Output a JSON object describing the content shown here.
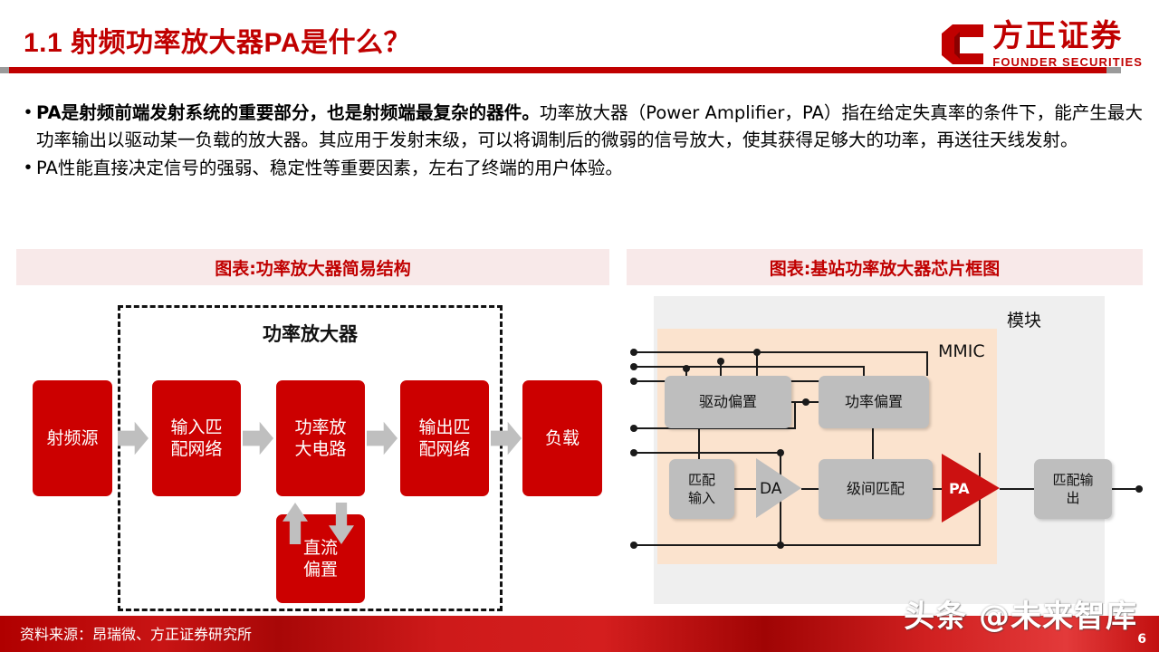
{
  "header": {
    "title": "1.1 射频功率放大器PA是什么？",
    "logo": {
      "cn": "方正证券",
      "en": "FOUNDER SECURITIES"
    },
    "accent_color": "#C00000"
  },
  "content": {
    "bullets": [
      {
        "marker": "•",
        "lead": "PA是射频前端发射系统的重要部分，也是射频端最复杂的器件。",
        "rest": "功率放大器（Power Amplifier，PA）指在给定失真率的条件下，能产生最大功率输出以驱动某一负载的放大器。其应用于发射末级，可以将调制后的微弱的信号放大，使其获得足够大的功率，再送往天线发射。"
      },
      {
        "marker": "•",
        "lead": "",
        "rest": "PA性能直接决定信号的强弱、稳定性等重要因素，左右了终端的用户体验。"
      }
    ]
  },
  "figures": {
    "left": {
      "caption": "图表:功率放大器简易结构",
      "enclosure_label": "功率放大器",
      "blocks": {
        "rf_source": "射频源",
        "input_match": "输入匹\n配网络",
        "pa_circuit": "功率放\n大电路",
        "output_match": "输出匹\n配网络",
        "load": "负载",
        "dc_bias": "直流\n偏置"
      }
    },
    "right": {
      "caption": "图表:基站功率放大器芯片框图",
      "module_label": "模块",
      "mmic_label": "MMIC",
      "blocks": {
        "driver_bias": "驱动偏置",
        "power_bias": "功率偏置",
        "match_input": "匹配\n输入",
        "da": "DA",
        "interstage_match": "级间匹配",
        "pa": "PA",
        "match_output": "匹配输\n出"
      }
    }
  },
  "footer": {
    "source": "资料来源：昂瑞微、方正证券研究所",
    "watermark": "头条 @未来智库",
    "page_number": "6"
  }
}
